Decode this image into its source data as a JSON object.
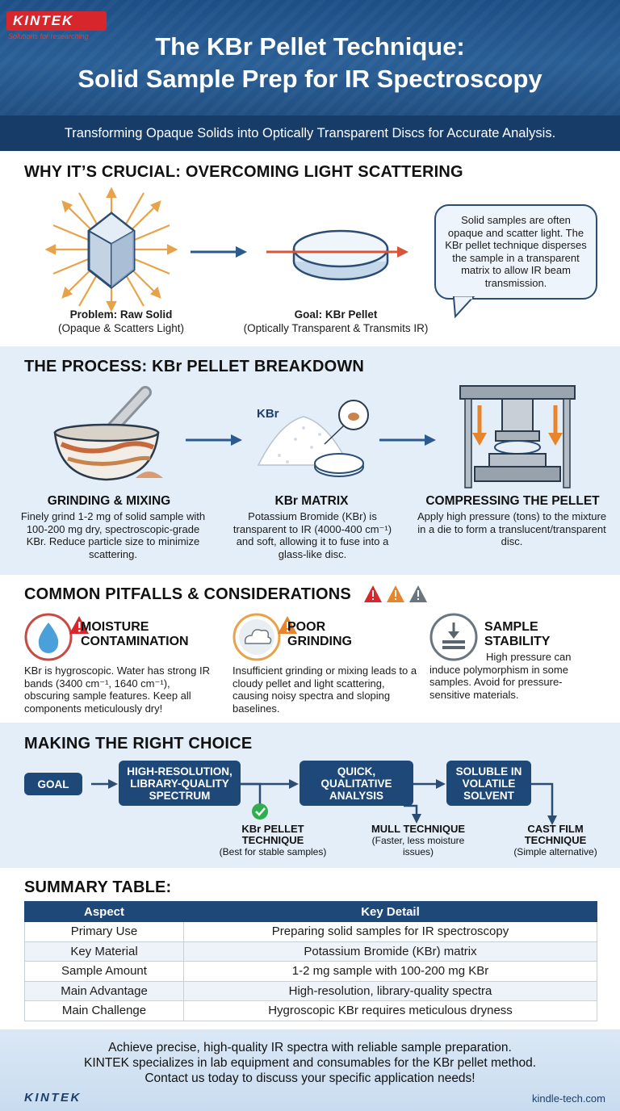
{
  "header": {
    "logo_text": "KINTEK",
    "logo_tagline": "Solutions for researching",
    "title_line1": "The KBr Pellet Technique:",
    "title_line2": "Solid Sample Prep for IR Spectroscopy",
    "subtitle": "Transforming Opaque Solids into Optically Transparent Discs for Accurate Analysis."
  },
  "section1": {
    "heading": "WHY IT’S CRUCIAL: OVERCOMING LIGHT SCATTERING",
    "problem_title": "Problem: Raw Solid",
    "problem_sub": "(Opaque & Scatters Light)",
    "goal_title": "Goal: KBr Pellet",
    "goal_sub": "(Optically Transparent & Transmits IR)",
    "bubble_text": "Solid samples are often opaque and scatter light. The KBr pellet technique disperses the sample in a transparent matrix to allow IR beam transmission."
  },
  "section2": {
    "heading": "THE PROCESS: KBr PELLET BREAKDOWN",
    "kbr_label": "KBr",
    "steps": [
      {
        "title": "GRINDING & MIXING",
        "body": "Finely grind 1-2 mg of solid sample with 100-200 mg dry, spectroscopic-grade KBr. Reduce particle size to minimize scattering."
      },
      {
        "title": "KBr MATRIX",
        "body": "Potassium Bromide (KBr) is transparent to IR (4000-400 cm⁻¹) and soft, allowing it to fuse into a glass-like disc."
      },
      {
        "title": "COMPRESSING THE PELLET",
        "body": "Apply high pressure (tons) to the mixture in a die to form a translucent/transparent disc."
      }
    ]
  },
  "section3": {
    "heading": "COMMON PITFALLS & CONSIDERATIONS",
    "pitfalls": [
      {
        "title_l1": "MOISTURE",
        "title_l2": "CONTAMINATION",
        "body": "KBr is hygroscopic. Water has strong IR bands (3400 cm⁻¹, 1640 cm⁻¹), obscuring sample features. Keep all components meticulously dry!"
      },
      {
        "title_l1": "POOR",
        "title_l2": "GRINDING",
        "body": "Insufficient grinding or mixing leads to a cloudy pellet and light scattering, causing noisy spectra and sloping baselines."
      },
      {
        "title_l1": "SAMPLE",
        "title_l2": "STABILITY",
        "body": "High pressure can induce polymorphism in some samples. Avoid for pressure-sensitive materials."
      }
    ]
  },
  "section4": {
    "heading": "MAKING THE RIGHT CHOICE",
    "goal": "GOAL",
    "box1": "HIGH-RESOLUTION, LIBRARY-QUALITY SPECTRUM",
    "box2": "QUICK, QUALITATIVE ANALYSIS",
    "box3": "SOLUBLE IN VOLATILE SOLVENT",
    "opt1_title": "KBr PELLET TECHNIQUE",
    "opt1_sub": "(Best for stable samples)",
    "opt2_title": "MULL TECHNIQUE",
    "opt2_sub": "(Faster, less moisture issues)",
    "opt3_title": "CAST FILM TECHNIQUE",
    "opt3_sub": "(Simple alternative)"
  },
  "section5": {
    "heading": "SUMMARY TABLE:",
    "columns": [
      "Aspect",
      "Key Detail"
    ],
    "rows": [
      [
        "Primary Use",
        "Preparing solid samples for IR spectroscopy"
      ],
      [
        "Key Material",
        "Potassium Bromide (KBr) matrix"
      ],
      [
        "Sample Amount",
        "1-2 mg sample with 100-200 mg KBr"
      ],
      [
        "Main Advantage",
        "High-resolution, library-quality spectra"
      ],
      [
        "Main Challenge",
        "Hygroscopic KBr requires meticulous dryness"
      ]
    ]
  },
  "footer": {
    "line1": "Achieve precise, high-quality IR spectra with reliable sample preparation.",
    "line2": "KINTEK specializes in lab equipment and consumables for the KBr pellet method.",
    "line3": "Contact us today to discuss your specific application needs!",
    "logo": "KINTEK",
    "url": "kindle-tech.com"
  },
  "colors": {
    "navy": "#1e4878",
    "accent_red": "#d7262c",
    "orange": "#e8842c",
    "light_blue": "#e3eef8"
  }
}
